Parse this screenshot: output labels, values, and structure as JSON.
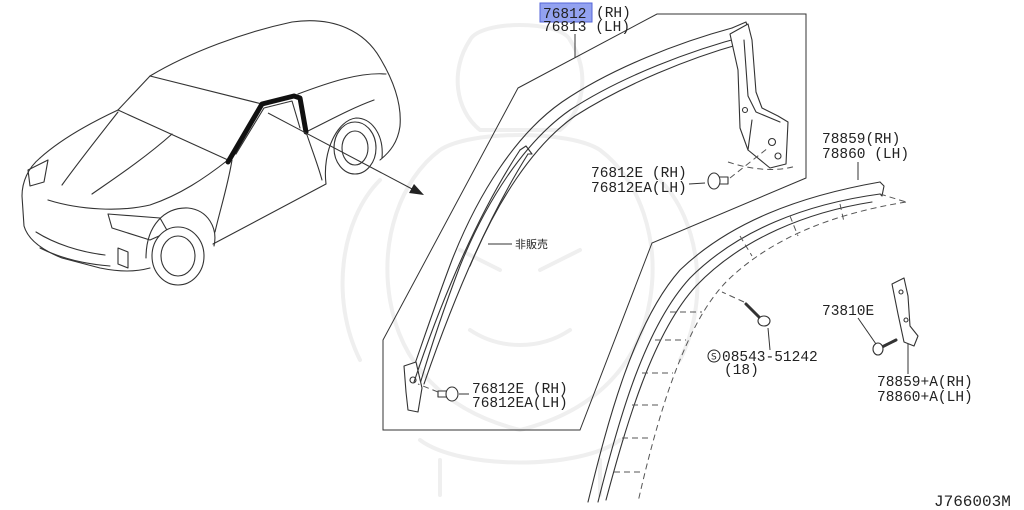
{
  "diagram_code": "J766003M",
  "highlight": {
    "fill": "#93a2f0",
    "border": "#5566d8",
    "selected": true
  },
  "callouts": {
    "moulding_front_pillar": {
      "part_rh": "76812",
      "side_rh": "(RH)",
      "line_lh": "76813 (LH)"
    },
    "clip_upper": {
      "line_rh": "76812E (RH)",
      "line_lh": "76812EA(LH)"
    },
    "clip_lower": {
      "line_rh": "76812E (RH)",
      "line_lh": "76812EA(LH)"
    },
    "moulding_roof_side": {
      "line_rh": "78859(RH)",
      "line_lh": "78860 (LH)"
    },
    "not_sold_note": "非販売",
    "screw_bracket": "73810E",
    "screw_std": {
      "symbol": "S",
      "part": "08543-51242",
      "qty": "(18)"
    },
    "bracket": {
      "line_rh": "78859+A(RH)",
      "line_lh": "78860+A(LH)"
    }
  },
  "icons": {
    "clip": "push-clip-icon",
    "screw": "screw-icon",
    "bracket": "bracket-icon",
    "arrow": "pointer-arrow-icon"
  }
}
